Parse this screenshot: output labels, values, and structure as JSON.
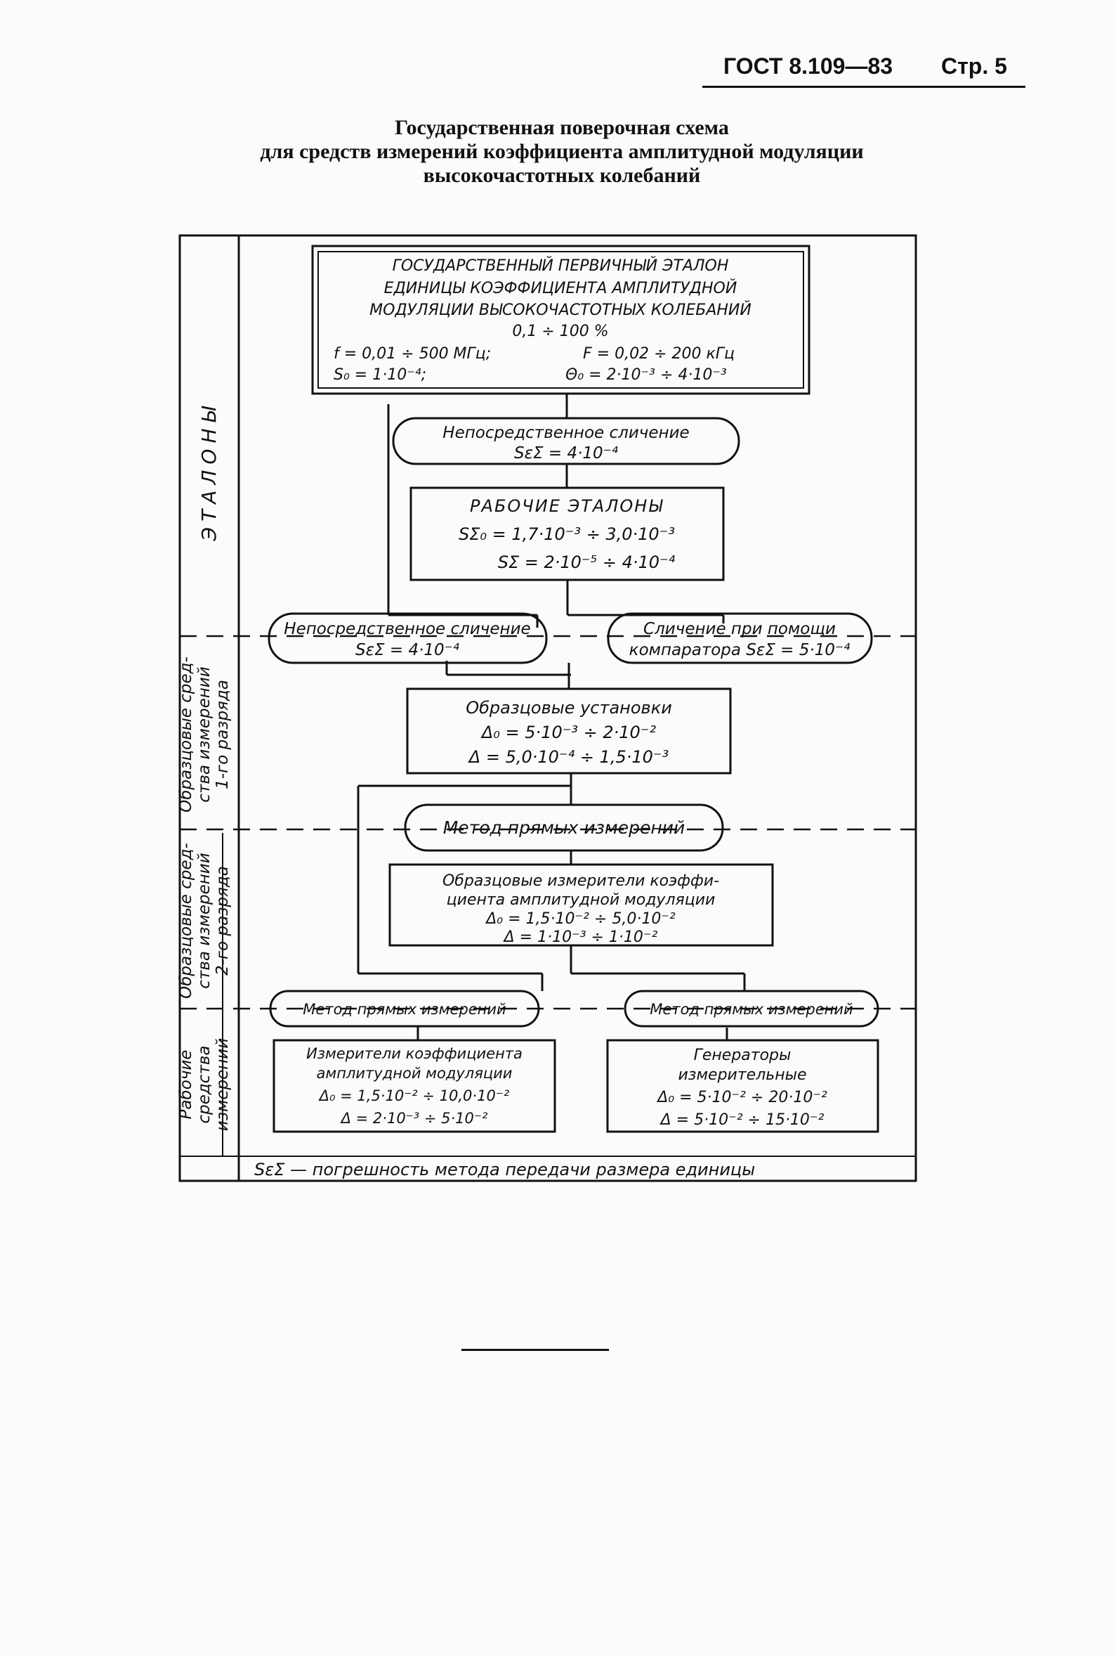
{
  "header": {
    "doc_number": "ГОСТ 8.109—83",
    "page": "Стр. 5"
  },
  "title": {
    "line1": "Государственная поверочная схема",
    "line2": "для средств измерений коэффициента амплитудной модуляции",
    "line3": "высокочастотных колебаний"
  },
  "sections": {
    "etalons": "ЭТАЛОНЫ",
    "cat1_line1": "Образцовые сред-",
    "cat1_line2": "ства измерений",
    "cat1_line3": "1-го разряда",
    "cat2_line1": "Образцовые сред-",
    "cat2_line2": "ства измерений",
    "cat2_line3": "2-го разряда",
    "work_line1": "Рабочие",
    "work_line2": "средства",
    "work_line3": "измерений"
  },
  "primary": {
    "line1": "ГОСУДАРСТВЕННЫЙ ПЕРВИЧНЫЙ ЭТАЛОН",
    "line2": "ЕДИНИЦЫ КОЭФФИЦИЕНТА АМПЛИТУДНОЙ",
    "line3": "МОДУЛЯЦИИ ВЫСОКОЧАСТОТНЫХ КОЛЕБАНИЙ",
    "line4": "0,1 ÷ 100 %",
    "line5a": "f = 0,01 ÷ 500 МГц;",
    "line5b": "F = 0,02 ÷ 200 кГц",
    "line6a": "S₀ = 1·10⁻⁴;",
    "line6b": "Θ₀ = 2·10⁻³ ÷ 4·10⁻³"
  },
  "method1": {
    "line1": "Непосредственное сличение",
    "line2": "SεΣ = 4·10⁻⁴"
  },
  "working_etalons": {
    "title": "РАБОЧИЕ ЭТАЛОНЫ",
    "line1": "SΣ₀ = 1,7·10⁻³ ÷ 3,0·10⁻³",
    "line2": "SΣ = 2·10⁻⁵ ÷ 4·10⁻⁴"
  },
  "method2": {
    "line1": "Непосредственное сличение",
    "line2": "SεΣ = 4·10⁻⁴"
  },
  "method3": {
    "line1": "Сличение при помощи",
    "line2": "компаратора SεΣ = 5·10⁻⁴"
  },
  "ref_setups": {
    "title": "Образцовые установки",
    "line1": "Δ₀ = 5·10⁻³ ÷ 2·10⁻²",
    "line2": "Δ = 5,0·10⁻⁴ ÷ 1,5·10⁻³"
  },
  "method4": {
    "label": "Метод прямых измерений"
  },
  "ref_meters": {
    "line1": "Образцовые измерители коэффи-",
    "line2": "циента амплитудной модуляции",
    "line3": "Δ₀ = 1,5·10⁻² ÷ 5,0·10⁻²",
    "line4": "Δ = 1·10⁻³ ÷ 1·10⁻²"
  },
  "method5": {
    "label": "Метод прямых измерений"
  },
  "method6": {
    "label": "Метод прямых измерений"
  },
  "work_meters": {
    "line1": "Измерители коэффициента",
    "line2": "амплитудной модуляции",
    "line3": "Δ₀ = 1,5·10⁻² ÷ 10,0·10⁻²",
    "line4": "Δ = 2·10⁻³ ÷ 5·10⁻²"
  },
  "generators": {
    "line1": "Генераторы",
    "line2": "измерительные",
    "line3": "Δ₀ = 5·10⁻² ÷ 20·10⁻²",
    "line4": "Δ = 5·10⁻² ÷ 15·10⁻²"
  },
  "footnote": "SεΣ — погрешность метода передачи размера единицы"
}
